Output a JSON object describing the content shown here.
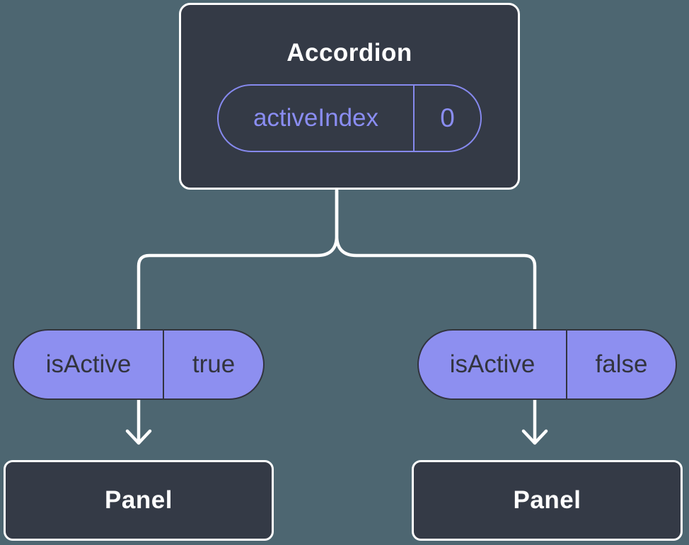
{
  "accordion": {
    "title": "Accordion",
    "prop_name": "activeIndex",
    "prop_value": "0"
  },
  "edges": [
    {
      "prop_name": "isActive",
      "prop_value": "true"
    },
    {
      "prop_name": "isActive",
      "prop_value": "false"
    }
  ],
  "panels": [
    {
      "title": "Panel"
    },
    {
      "title": "Panel"
    }
  ],
  "colors": {
    "background": "#4d6671",
    "node_fill": "#343a46",
    "node_border": "#ffffff",
    "pill_fill": "#8d8ff0",
    "pill_outline_purple": "#8689ee",
    "purple_text": "#8a8df2",
    "dark_text": "#32343e",
    "edge_line": "#ffffff"
  }
}
